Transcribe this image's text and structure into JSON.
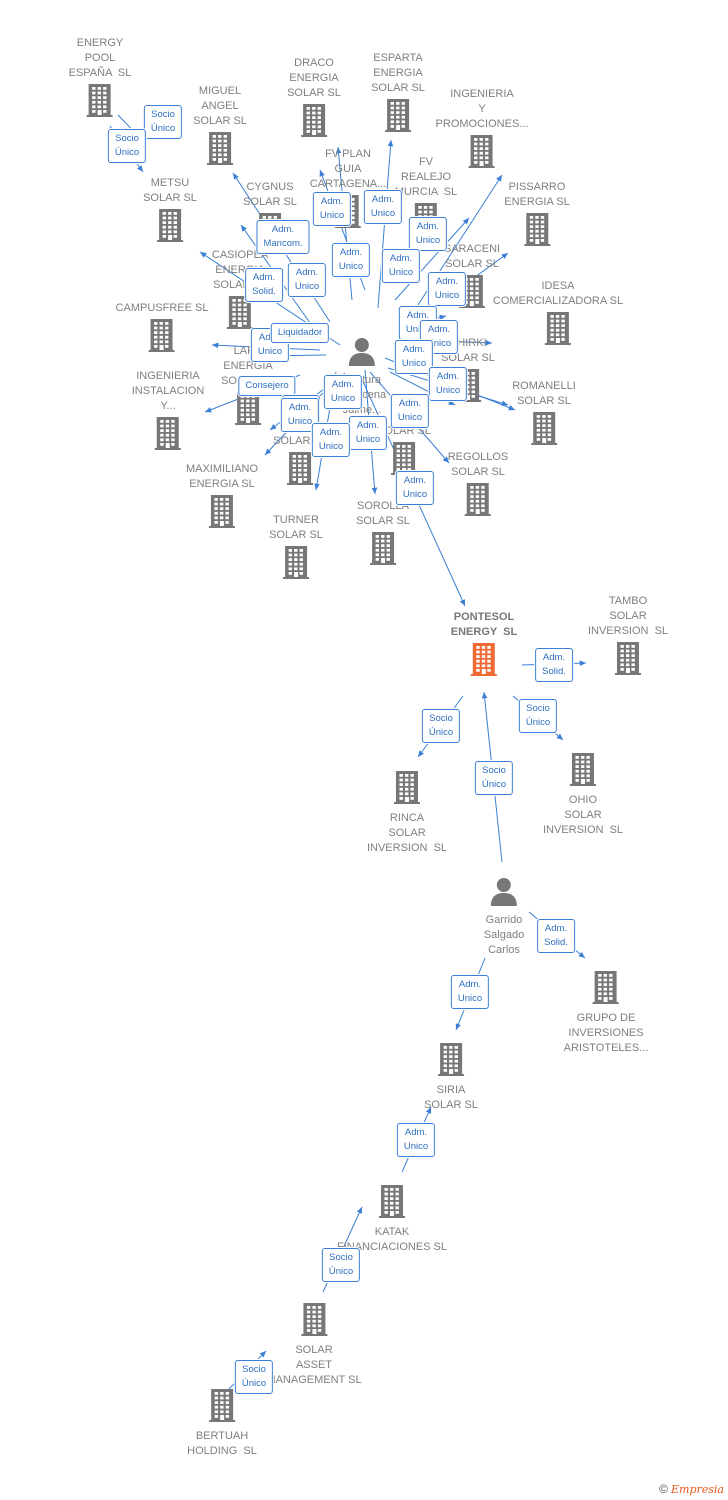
{
  "colors": {
    "edge": "#3a7fd5",
    "node": "#777777",
    "focus": "#f06a35",
    "person": "#777777"
  },
  "nodes": [
    {
      "id": "energy-pool",
      "label": "ENERGY\nPOOL\nESPAÑA  SL",
      "type": "company"
    },
    {
      "id": "miguel-angel",
      "label": "MIGUEL\nANGEL\nSOLAR SL",
      "type": "company"
    },
    {
      "id": "draco",
      "label": "DRACO\nENERGIA\nSOLAR SL",
      "type": "company"
    },
    {
      "id": "esparta",
      "label": "ESPARTA\nENERGIA\nSOLAR SL",
      "type": "company"
    },
    {
      "id": "ingenieria-promociones",
      "label": "INGENIERIA\nY\nPROMOCIONES...",
      "type": "company"
    },
    {
      "id": "metsu",
      "label": "METSU\nSOLAR SL",
      "type": "company"
    },
    {
      "id": "cygnus",
      "label": "CYGNUS\nSOLAR SL",
      "type": "company"
    },
    {
      "id": "fv-plan",
      "label": "FV PLAN\nGUIA\nCARTAGENA...",
      "type": "company"
    },
    {
      "id": "fv-realejo",
      "label": "FV\nREALEJO\nMURCIA  SL",
      "type": "company"
    },
    {
      "id": "pissarro",
      "label": "PISSARRO\nENERGIA SL",
      "type": "company"
    },
    {
      "id": "casiopea",
      "label": "CASIOPEA\nENERGIA\nSOLAR SL",
      "type": "company"
    },
    {
      "id": "saraceni",
      "label": "SARACENI\nSOLAR SL",
      "type": "company"
    },
    {
      "id": "idesa",
      "label": "IDESA\nCOMERCIALIZADORA SL",
      "type": "company"
    },
    {
      "id": "campusfree",
      "label": "CAMPUSFREE SL",
      "type": "company"
    },
    {
      "id": "ventura",
      "label": "Ventura\nEscacena\nJaime...",
      "type": "person"
    },
    {
      "id": "lara",
      "label": "LARA\nENERGIA\nSOLAR SL",
      "type": "company"
    },
    {
      "id": "chirki",
      "label": "CHIRKI\nSOLAR SL",
      "type": "company"
    },
    {
      "id": "ingenieria-instalacion",
      "label": "INGENIERIA\nINSTALACION\nY...",
      "type": "company"
    },
    {
      "id": "romanelli",
      "label": "ROMANELLI\nSOLAR SL",
      "type": "company"
    },
    {
      "id": "alfa",
      "label": "SOLAR SL",
      "type": "company"
    },
    {
      "id": "estrella",
      "label": "SOLAR SL",
      "type": "company"
    },
    {
      "id": "regollos",
      "label": "REGOLLOS\nSOLAR SL",
      "type": "company"
    },
    {
      "id": "maximiliano",
      "label": "MAXIMILIANO\nENERGIA SL",
      "type": "company"
    },
    {
      "id": "turner",
      "label": "TURNER\nSOLAR SL",
      "type": "company"
    },
    {
      "id": "sorolla",
      "label": "SOROLLA\nSOLAR SL",
      "type": "company"
    },
    {
      "id": "pontesol",
      "label": "PONTESOL\nENERGY  SL",
      "type": "focus"
    },
    {
      "id": "tambo",
      "label": "TAMBO\nSOLAR\nINVERSION  SL",
      "type": "company"
    },
    {
      "id": "rinca",
      "label": "RINCA\nSOLAR\nINVERSION  SL",
      "type": "company"
    },
    {
      "id": "ohio",
      "label": "OHIO\nSOLAR\nINVERSION  SL",
      "type": "company"
    },
    {
      "id": "garrido",
      "label": "Garrido\nSalgado\nCarlos",
      "type": "person"
    },
    {
      "id": "grupo-inversiones",
      "label": "GRUPO DE\nINVERSIONES\nARISTOTELES...",
      "type": "company"
    },
    {
      "id": "siria",
      "label": "SIRIA\nSOLAR SL",
      "type": "company"
    },
    {
      "id": "katak",
      "label": "KATAK\nFINANCIACIONES SL",
      "type": "company"
    },
    {
      "id": "solar-asset",
      "label": "SOLAR\nASSET\nMANAGEMENT SL",
      "type": "company"
    },
    {
      "id": "bertuah",
      "label": "BERTUAH\nHOLDING  SL",
      "type": "company"
    }
  ],
  "edges": [
    {
      "from": "energy-pool",
      "to": "miguel-angel",
      "label": "Socio\nÚnico"
    },
    {
      "from": "energy-pool",
      "to": "metsu",
      "label": "Socio\nÚnico"
    },
    {
      "from": "ventura",
      "to": "cygnus",
      "label": "Adm.\nMancom."
    },
    {
      "from": "ventura",
      "to": "fv-plan",
      "label": "Adm.\nUnico"
    },
    {
      "from": "ventura",
      "to": "esparta",
      "label": "Adm.\nUnico"
    },
    {
      "from": "ventura",
      "to": "ingenieria-promociones",
      "label": "Adm.\nUnico"
    },
    {
      "from": "ventura",
      "to": "casiopea",
      "label": "Adm.\nSolid."
    },
    {
      "from": "ventura",
      "to": "fv-realejo",
      "label": "Adm.\nUnico"
    },
    {
      "from": "ventura",
      "to": "pissarro",
      "label": "Adm.\nUnico"
    },
    {
      "from": "ventura",
      "to": "saraceni",
      "label": "Adm.\nUnico"
    },
    {
      "from": "ventura",
      "to": "metsu",
      "label": "Adm.\nUnico"
    },
    {
      "from": "ventura",
      "to": "draco",
      "label": "Adm.\nUnico"
    },
    {
      "from": "ventura",
      "to": "campusfree",
      "label": "Adm.\nUnico"
    },
    {
      "from": "ventura",
      "to": "idesa",
      "label": "Adm.\nUnico"
    },
    {
      "from": "ventura",
      "to": "chirki",
      "label": "Liquidador"
    },
    {
      "from": "ventura",
      "to": "lara",
      "label": "Adm.\nUnico"
    },
    {
      "from": "ventura",
      "to": "romanelli",
      "label": "Consejero"
    },
    {
      "from": "ventura",
      "to": "ingenieria-instalacion",
      "label": "Adm.\nUnico"
    },
    {
      "from": "ventura",
      "to": "romanelli",
      "label": "Adm.\nUnico"
    },
    {
      "from": "ventura",
      "to": "alfa",
      "label": "Adm.\nUnico"
    },
    {
      "from": "ventura",
      "to": "estrella",
      "label": "Adm.\nUnico"
    },
    {
      "from": "ventura",
      "to": "maximiliano",
      "label": "Adm.\nUnico"
    },
    {
      "from": "ventura",
      "to": "regollos",
      "label": "Adm.\nUnico"
    },
    {
      "from": "ventura",
      "to": "turner",
      "label": "Adm.\nUnico"
    },
    {
      "from": "ventura",
      "to": "sorolla",
      "label": "Adm.\nUnico"
    },
    {
      "from": "ventura",
      "to": "pontesol",
      "label": "Adm.\nSolid."
    },
    {
      "from": "pontesol",
      "to": "tambo",
      "label": "Socio\nÚnico"
    },
    {
      "from": "pontesol",
      "to": "rinca",
      "label": "Socio\nÚnico"
    },
    {
      "from": "pontesol",
      "to": "ohio",
      "label": "Socio\nÚnico"
    },
    {
      "from": "garrido",
      "to": "pontesol",
      "label": "Adm.\nSolid."
    },
    {
      "from": "garrido",
      "to": "grupo-inversiones",
      "label": "Adm.\nUnico"
    },
    {
      "from": "garrido",
      "to": "siria",
      "label": "Adm.\nUnico"
    },
    {
      "from": "katak",
      "to": "siria",
      "label": "Socio\nÚnico"
    },
    {
      "from": "solar-asset",
      "to": "katak",
      "label": "Socio\nÚnico"
    },
    {
      "from": "bertuah",
      "to": "solar-asset",
      "label": "Socio\nÚnico"
    }
  ],
  "footer": {
    "copyright": "©",
    "brand": "Empresia"
  }
}
